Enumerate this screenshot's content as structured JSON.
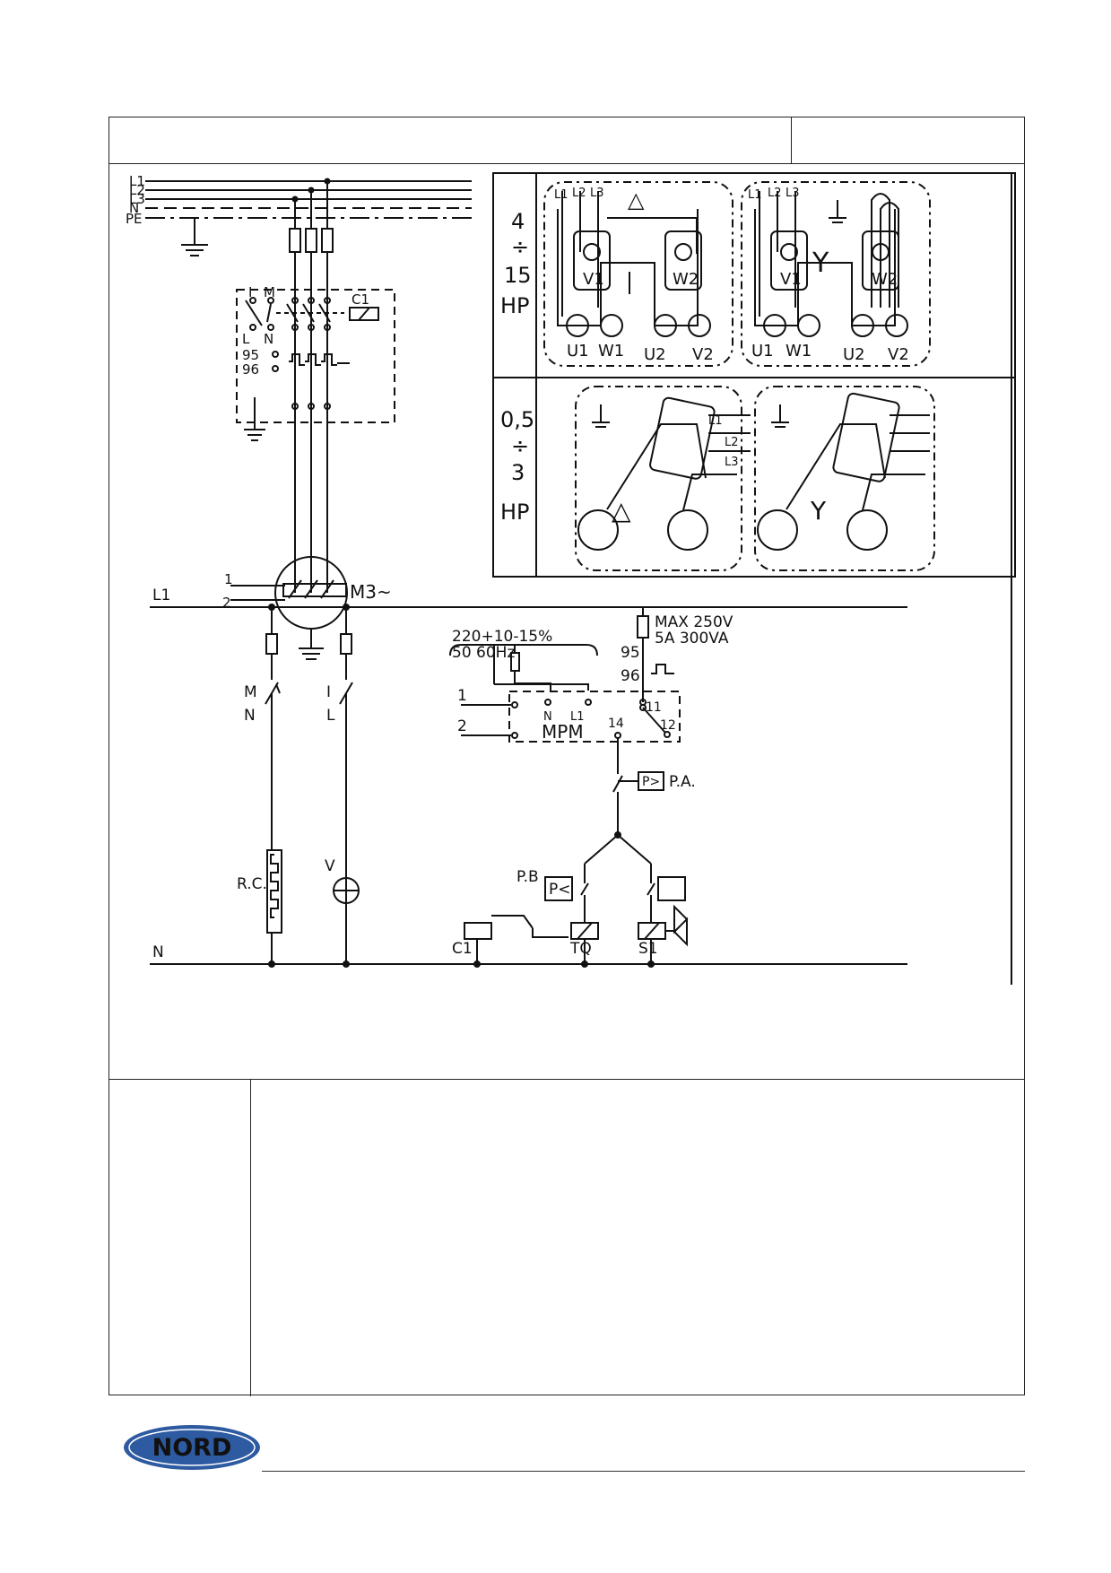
{
  "brand": {
    "logo_text": "NORD",
    "color": "#2d5aa0"
  },
  "power_diagram": {
    "lines": [
      "L1",
      "L2",
      "L3",
      "N",
      "PE"
    ],
    "switch_labels": [
      "I",
      "M",
      "L",
      "N"
    ],
    "contactor": "C1",
    "overload_terms": [
      "95",
      "96"
    ],
    "motor_label": "M3~",
    "probe_terms": [
      "1",
      "2"
    ]
  },
  "terminal_table": {
    "rows": [
      {
        "range": [
          "4",
          "÷",
          "15",
          "HP"
        ],
        "delta_symbol": "△",
        "star_symbol": "Y",
        "terms_a": [
          "L1",
          "L2",
          "L3"
        ],
        "terms_b": [
          "L1",
          "L2",
          "L3"
        ],
        "bottom_a": [
          "U1",
          "W1",
          "U2",
          "V2"
        ],
        "bottom_b": [
          "U1",
          "W1",
          "U2",
          "V2"
        ],
        "mid_a": [
          "V1",
          "W2"
        ],
        "mid_b": [
          "V1",
          "W2"
        ]
      },
      {
        "range": [
          "0,5",
          "÷",
          "3",
          "HP"
        ],
        "delta_symbol": "△",
        "star_symbol": "Y",
        "terms": [
          "L1",
          "L2",
          "L3"
        ]
      }
    ]
  },
  "control_diagram": {
    "rail_top": "L1",
    "rail_bottom": "N",
    "switch_mn": [
      "M",
      "N"
    ],
    "switch_il": [
      "I",
      "L"
    ],
    "supply_spec": [
      "220+10-15%",
      "50 60Hz"
    ],
    "relay_spec": [
      "MAX 250V",
      "5A   300VA"
    ],
    "relay_terms": [
      "95",
      "96"
    ],
    "mpm_label": "MPM",
    "mpm_terms": [
      "N",
      "L1",
      "11",
      "12",
      "14"
    ],
    "probe_inputs": [
      "1",
      "2"
    ],
    "pa_label": "P.A.",
    "pb_label": "P.B",
    "pb_symbol": "P<",
    "pa_symbol": "P>",
    "components": [
      "R.C.",
      "V",
      "C1",
      "TQ",
      "S1"
    ]
  }
}
